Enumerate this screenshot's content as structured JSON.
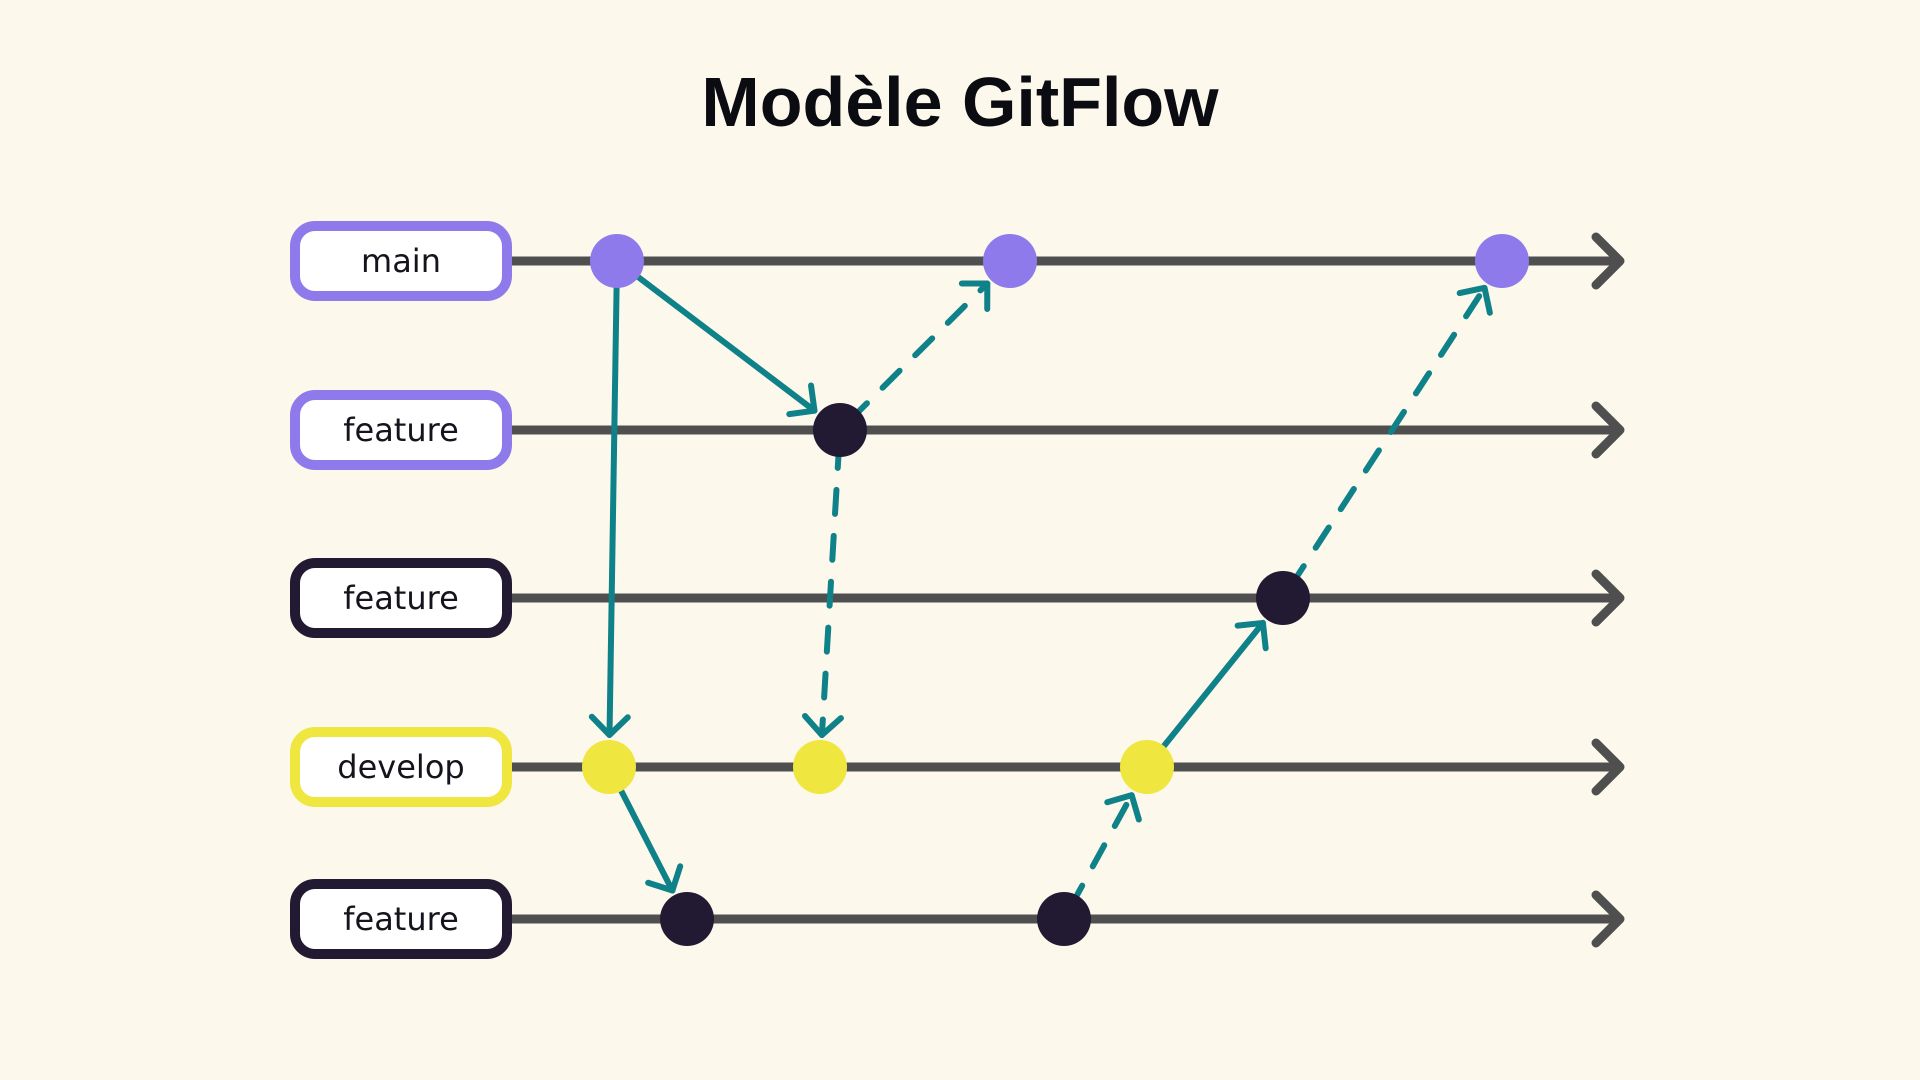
{
  "title": "Modèle GitFlow",
  "colors": {
    "background": "#fdf8ec",
    "line": "#4f4f4f",
    "arrow": "#0f8189",
    "purple": "#8e7aea",
    "dark": "#221a33",
    "yellow": "#f0e640"
  },
  "branches": [
    {
      "id": "b0",
      "label": "main",
      "color": "purple"
    },
    {
      "id": "b1",
      "label": "feature",
      "color": "purple"
    },
    {
      "id": "b2",
      "label": "feature",
      "color": "dark"
    },
    {
      "id": "b3",
      "label": "develop",
      "color": "yellow"
    },
    {
      "id": "b4",
      "label": "feature",
      "color": "dark"
    }
  ],
  "commits": [
    {
      "id": "c1",
      "branch": "b0",
      "color": "purple"
    },
    {
      "id": "c2",
      "branch": "b0",
      "color": "purple"
    },
    {
      "id": "c3",
      "branch": "b0",
      "color": "purple"
    },
    {
      "id": "c4",
      "branch": "b1",
      "color": "dark"
    },
    {
      "id": "c5",
      "branch": "b2",
      "color": "dark"
    },
    {
      "id": "c6",
      "branch": "b3",
      "color": "yellow"
    },
    {
      "id": "c7",
      "branch": "b3",
      "color": "yellow"
    },
    {
      "id": "c8",
      "branch": "b3",
      "color": "yellow"
    },
    {
      "id": "c9",
      "branch": "b4",
      "color": "dark"
    },
    {
      "id": "c10",
      "branch": "b4",
      "color": "dark"
    }
  ],
  "links": [
    {
      "from": "c1",
      "to": "c6",
      "style": "solid"
    },
    {
      "from": "c1",
      "to": "c4",
      "style": "solid"
    },
    {
      "from": "c4",
      "to": "c2",
      "style": "dashed"
    },
    {
      "from": "c4",
      "to": "c7",
      "style": "dashed"
    },
    {
      "from": "c6",
      "to": "c9",
      "style": "solid"
    },
    {
      "from": "c10",
      "to": "c8",
      "style": "dashed"
    },
    {
      "from": "c8",
      "to": "c5",
      "style": "solid"
    },
    {
      "from": "c5",
      "to": "c3",
      "style": "dashed"
    }
  ]
}
